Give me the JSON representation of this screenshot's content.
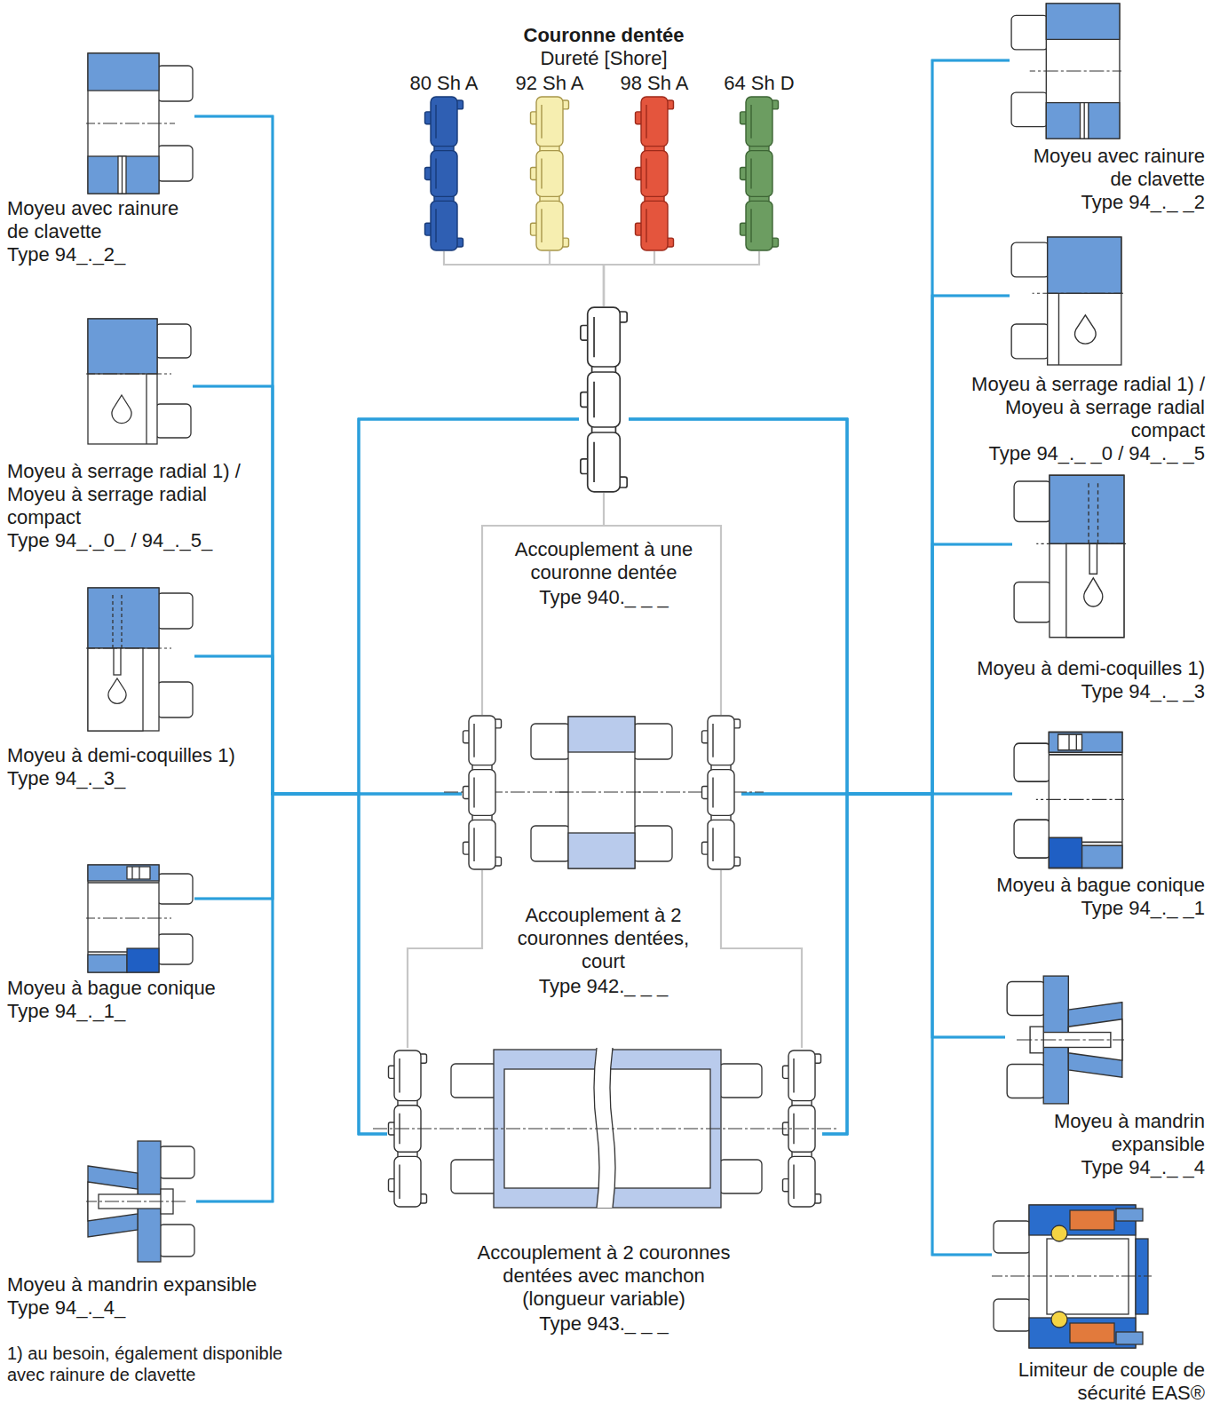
{
  "diagram": {
    "nodes": [
      {
        "text": [
          "80 Sh A"
        ]
      },
      {
        "text": [
          "92 Sh A"
        ]
      },
      {
        "text": [
          "98 Sh A"
        ]
      },
      {
        "text": [
          "64 Sh D"
        ]
      },
      {
        "text": [
          "Accouplement à une couronne dentée",
          "Type 940._ _ _"
        ]
      },
      {
        "text": [
          "Accouplement à 2 couronnes dentées, court",
          "Type 942._ _ _"
        ]
      },
      {
        "text": [
          "Accouplement à 2 couronnes dentées avec manchon (longueur variable)",
          "Type 943._ _ _"
        ]
      },
      {
        "text": [
          "Moyeu avec rainure de clavette",
          "Type 94_._2_"
        ]
      },
      {
        "text": [
          "Moyeu à serrage radial 1) / Moyeu à serrage radial compact",
          "Type 94_._0_ / 94_._5_"
        ]
      },
      {
        "text": [
          "Moyeu à demi-coquilles 1)",
          "Type 94_._3_"
        ]
      },
      {
        "text": [
          "Moyeu à bague conique",
          "Type 94_._1_"
        ]
      },
      {
        "text": [
          "Moyeu à mandrin expansible",
          "Type 94_._4_"
        ]
      },
      {
        "text": [
          "Moyeu avec rainure de clavette",
          "Type 94_._ _2"
        ]
      },
      {
        "text": [
          "Moyeu à serrage radial 1) / Moyeu à serrage radial compact",
          "Type 94_._ _0 / 94_._ _5"
        ]
      },
      {
        "text": [
          "Moyeu à demi-coquilles 1)",
          "Type 94_._ _3"
        ]
      },
      {
        "text": [
          "Moyeu à bague conique",
          "Type 94_._ _1"
        ]
      },
      {
        "text": [
          "Moyeu à mandrin expansible",
          "Type 94_._ _4"
        ]
      },
      {
        "text": [
          "Limiteur de couple de sécurité EAS®"
        ]
      }
    ],
    "edges": [
      {
        "from": 0,
        "to": 4,
        "arrow": "none"
      },
      {
        "from": 1,
        "to": 4,
        "arrow": "none"
      },
      {
        "from": 2,
        "to": 4,
        "arrow": "none"
      },
      {
        "from": 3,
        "to": 4,
        "arrow": "none"
      },
      {
        "from": 4,
        "to": 5,
        "arrow": "none"
      },
      {
        "from": 5,
        "to": 6,
        "arrow": "none"
      },
      {
        "from": 7,
        "to": 4,
        "arrow": "none"
      },
      {
        "from": 7,
        "to": 5,
        "arrow": "none"
      },
      {
        "from": 7,
        "to": 6,
        "arrow": "none"
      },
      {
        "from": 8,
        "to": 4,
        "arrow": "none"
      },
      {
        "from": 8,
        "to": 5,
        "arrow": "none"
      },
      {
        "from": 8,
        "to": 6,
        "arrow": "none"
      },
      {
        "from": 9,
        "to": 4,
        "arrow": "none"
      },
      {
        "from": 9,
        "to": 5,
        "arrow": "none"
      },
      {
        "from": 9,
        "to": 6,
        "arrow": "none"
      },
      {
        "from": 10,
        "to": 4,
        "arrow": "none"
      },
      {
        "from": 10,
        "to": 5,
        "arrow": "none"
      },
      {
        "from": 10,
        "to": 6,
        "arrow": "none"
      },
      {
        "from": 11,
        "to": 4,
        "arrow": "none"
      },
      {
        "from": 11,
        "to": 5,
        "arrow": "none"
      },
      {
        "from": 11,
        "to": 6,
        "arrow": "none"
      },
      {
        "from": 12,
        "to": 4,
        "arrow": "none"
      },
      {
        "from": 12,
        "to": 5,
        "arrow": "none"
      },
      {
        "from": 12,
        "to": 6,
        "arrow": "none"
      },
      {
        "from": 13,
        "to": 4,
        "arrow": "none"
      },
      {
        "from": 13,
        "to": 5,
        "arrow": "none"
      },
      {
        "from": 13,
        "to": 6,
        "arrow": "none"
      },
      {
        "from": 14,
        "to": 4,
        "arrow": "none"
      },
      {
        "from": 14,
        "to": 5,
        "arrow": "none"
      },
      {
        "from": 14,
        "to": 6,
        "arrow": "none"
      },
      {
        "from": 15,
        "to": 4,
        "arrow": "none"
      },
      {
        "from": 15,
        "to": 5,
        "arrow": "none"
      },
      {
        "from": 15,
        "to": 6,
        "arrow": "none"
      },
      {
        "from": 16,
        "to": 4,
        "arrow": "none"
      },
      {
        "from": 16,
        "to": 5,
        "arrow": "none"
      },
      {
        "from": 16,
        "to": 6,
        "arrow": "none"
      },
      {
        "from": 17,
        "to": 4,
        "arrow": "none"
      },
      {
        "from": 17,
        "to": 5,
        "arrow": "none"
      },
      {
        "from": 17,
        "to": 6,
        "arrow": "none"
      }
    ],
    "labels": [
      "Couronne dentée",
      "Dureté [Shore]",
      "1) au besoin, également disponible avec rainure de clavette"
    ]
  }
}
